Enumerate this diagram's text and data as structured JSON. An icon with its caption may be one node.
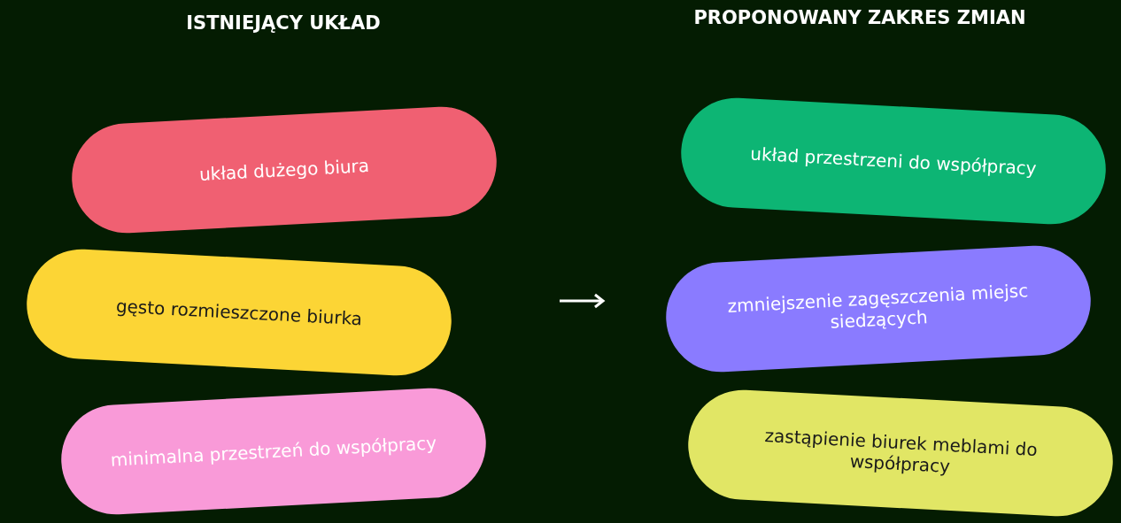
{
  "diagram": {
    "nodes": [
      {
        "text": [
          "układ dużego biura"
        ]
      },
      {
        "text": [
          "gęsto rozmieszczone biurka"
        ]
      },
      {
        "text": [
          "minimalna przestrzeń do współpracy"
        ]
      },
      {
        "text": [
          "układ przestrzeni do współpracy"
        ]
      },
      {
        "text": [
          "zmniejszenie zagęszczenia miejsc siedzących"
        ]
      },
      {
        "text": [
          "zastąpienie biurek meblami do współpracy"
        ]
      }
    ],
    "labels": [
      "ISTNIEJĄCY UKŁAD",
      "PROPONOWANY ZAKRES ZMIAN"
    ]
  }
}
